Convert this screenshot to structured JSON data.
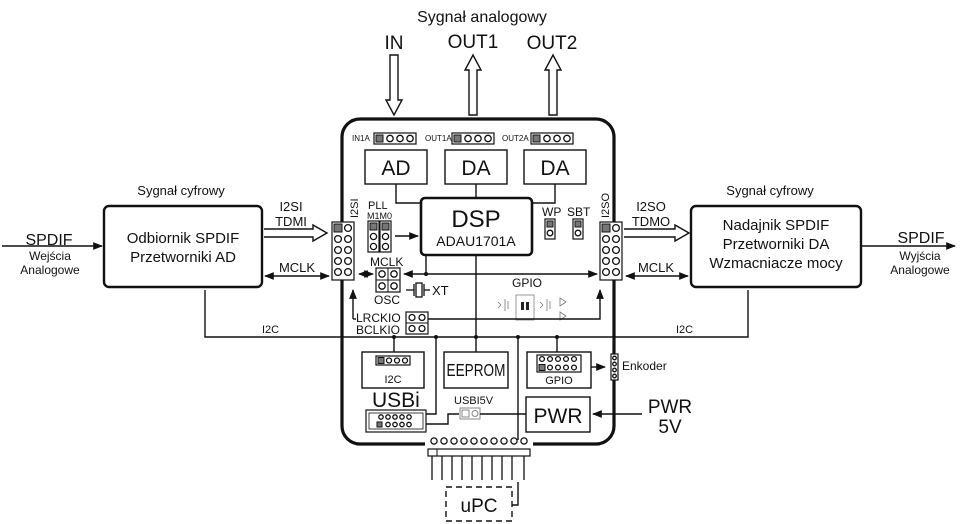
{
  "top": {
    "title": "Sygnał analogowy",
    "in_label": "IN",
    "out1_label": "OUT1",
    "out2_label": "OUT2"
  },
  "board": {
    "headers": {
      "in1a": "IN1A",
      "out1a": "OUT1A",
      "out2a": "OUT2A"
    },
    "ad": "AD",
    "da1": "DA",
    "da2": "DA",
    "dsp_title": "DSP",
    "dsp_chip": "ADAU1701A",
    "pll": "PLL",
    "m1m0": "M1M0",
    "wp": "WP",
    "sbt": "SBT",
    "i2si": "I2SI",
    "i2so": "I2SO",
    "mclk": "MCLK",
    "osc": "OSC",
    "xt": "XT",
    "gpio_label": "GPIO",
    "lrckio": "LRCKIO",
    "bclkio": "BCLKIO",
    "i2c_block": "I2C",
    "eeprom": "EEPROM",
    "gpio_block": "GPIO",
    "usbi": "USBi",
    "usbi5v": "USBI5V",
    "pwr": "PWR"
  },
  "left": {
    "section_title": "Sygnał cyfrowy",
    "box_line1": "Odbiornik SPDIF",
    "box_line2": "Przetworniki AD",
    "input_spdif": "SPDIF",
    "input_line1": "Wejścia",
    "input_line2": "Analogowe",
    "bus_label1": "I2SI",
    "bus_label2": "TDMI",
    "mclk": "MCLK",
    "i2c": "I2C"
  },
  "right": {
    "section_title": "Sygnał cyfrowy",
    "box_line1": "Nadajnik SPDIF",
    "box_line2": "Przetworniki DA",
    "box_line3": "Wzmacniacze mocy",
    "output_spdif": "SPDIF",
    "output_line1": "Wyjścia",
    "output_line2": "Analogowe",
    "bus_label1": "I2SO",
    "bus_label2": "TDMO",
    "mclk": "MCLK",
    "i2c": "I2C",
    "enkoder": "Enkoder",
    "pwr_line1": "PWR",
    "pwr_line2": "5V"
  },
  "bottom": {
    "upc": "uPC"
  }
}
